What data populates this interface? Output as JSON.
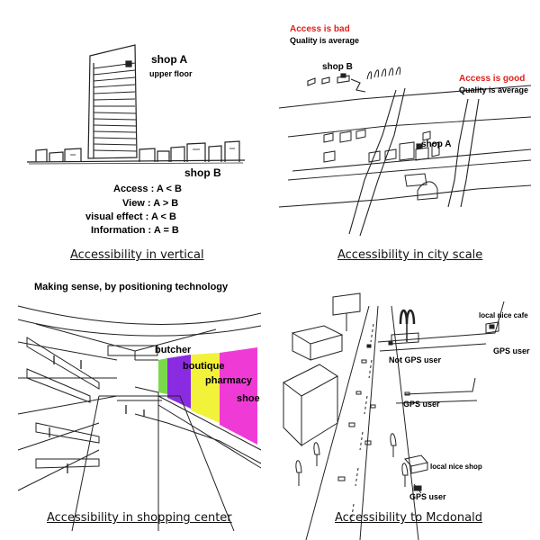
{
  "panels": {
    "vertical": {
      "shop_a": "shop A",
      "upper_floor": "upper floor",
      "shop_b": "shop B",
      "comparisons": [
        "Access : A < B",
        "View : A > B",
        "visual effect : A < B",
        "Information : A = B"
      ],
      "caption": "Accessibility in vertical"
    },
    "city": {
      "access_bad": "Access is bad",
      "quality_top": "Quality is average",
      "shop_b": "shop B",
      "access_good": "Access is good",
      "quality_right": "Quality is average",
      "shop_a": "shop A",
      "caption": "Accessibility in city scale"
    },
    "shopping": {
      "title": "Making sense, by positioning technology",
      "butcher": "butcher",
      "boutique": "boutique",
      "pharmacy": "pharmacy",
      "shoe": "shoe",
      "caption": "Accessibility in shopping center"
    },
    "mcdonald": {
      "local_cafe": "local nice cafe",
      "gps_user_cafe": "GPS user",
      "not_gps_user": "Not GPS user",
      "gps_user_middle": "GPS user",
      "local_shop": "local nice shop",
      "gps_user_bottom": "GPS user",
      "caption": "Accessibility to Mcdonald"
    }
  },
  "colors": {
    "red_label": "#e0211d",
    "butcher_green": "#7ad94a",
    "boutique_purple": "#8a2be2",
    "pharmacy_yellow": "#f2f23a",
    "shoe_magenta": "#f03ad6"
  },
  "icons": [
    "building-sketch",
    "city-map-sketch",
    "mall-atrium-sketch",
    "street-sketch",
    "mcdonalds-arch-icon"
  ]
}
